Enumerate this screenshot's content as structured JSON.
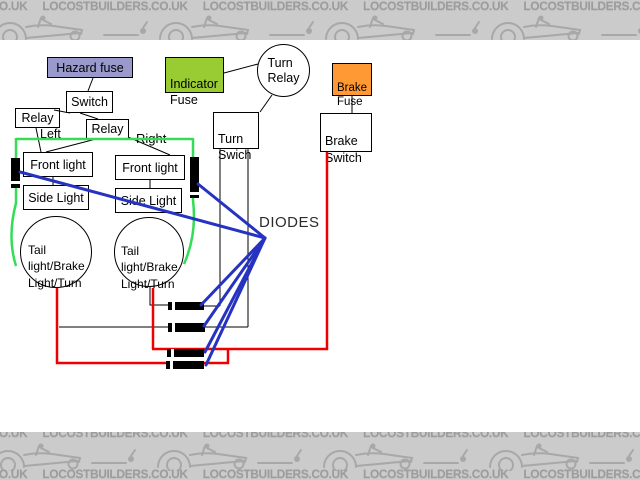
{
  "watermark": {
    "text": "LOCOSTBUILDERS.CO.UK"
  },
  "colors": {
    "banner_bg": "#cbcbcb",
    "banner_text": "#9c9c9c",
    "banner_logo": "#a8a8a8",
    "hazard_fuse_bg": "#9999cc",
    "indicator_fuse_bg": "#99cc33",
    "brake_fuse_bg": "#ff9933",
    "wire_red": "#ee0000",
    "wire_green": "#33dd55",
    "wire_blue": "#2633c0",
    "wire_black": "#000000"
  },
  "diagram": {
    "boxes": {
      "hazard_fuse": "Hazard fuse",
      "switch": "Switch",
      "relay_left": "Relay",
      "relay_right": "Relay",
      "indicator_fuse": "Indicator\nFuse",
      "brake_fuse": "Brake\nFuse",
      "turn_switch": "Turn\nSwich",
      "brake_switch": "Brake\nSwitch",
      "front_light_left": "Front light",
      "front_light_right": "Front light",
      "side_light_left": "Side Light",
      "side_light_right": "Side Light"
    },
    "circles": {
      "turn_relay": "Turn\nRelay",
      "tail_light_left": "Tail\nlight/Brake\nLight/Turn",
      "tail_light_right": "Tail\nlight/Brake\nLight/Turn"
    },
    "labels": {
      "left": "Left",
      "right": "Right",
      "diodes": "DIODES"
    }
  }
}
